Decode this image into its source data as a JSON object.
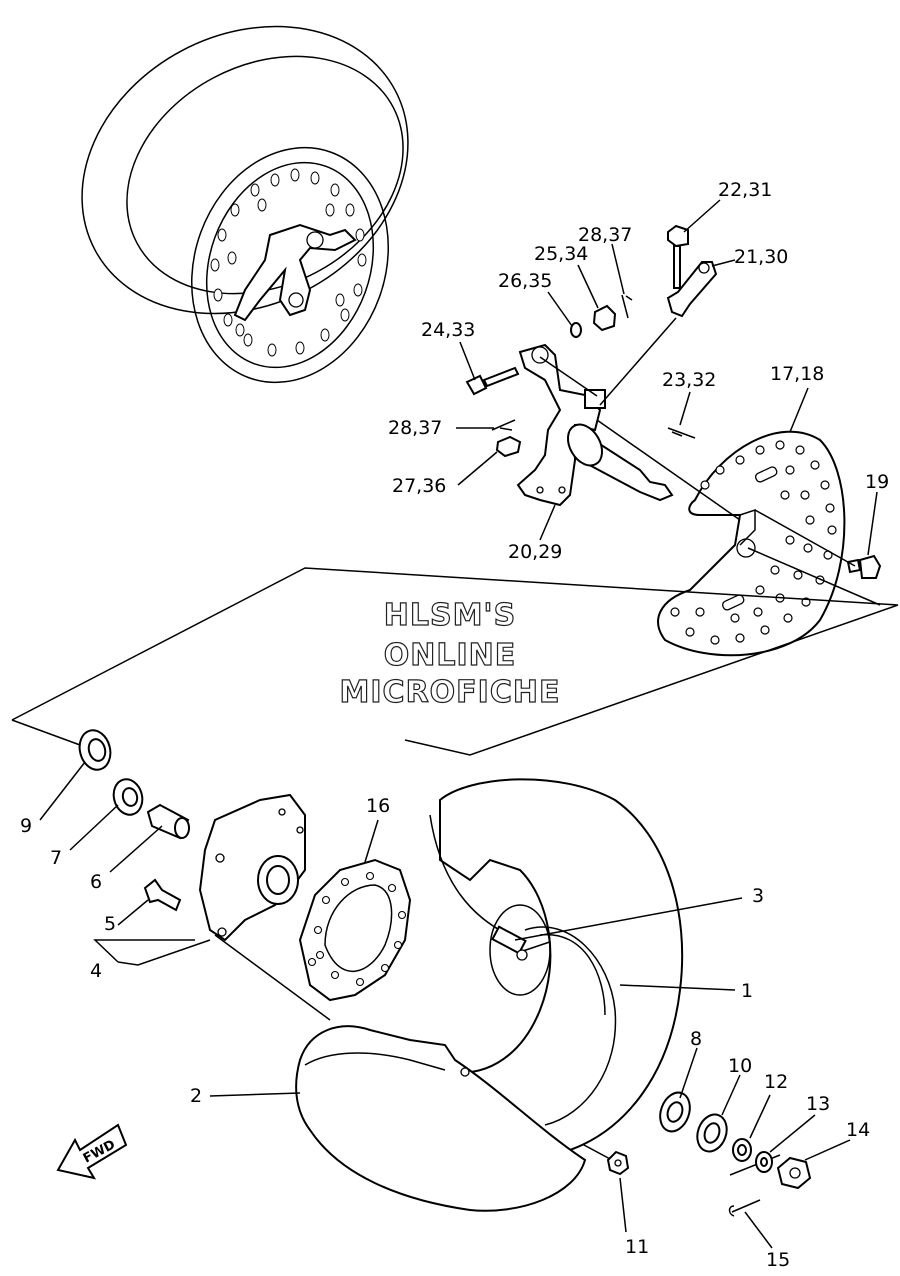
{
  "watermark": {
    "line1": "HLSM'S",
    "line2": "ONLINE",
    "line3": "MICROFICHE"
  },
  "fwd_marker": "FWD",
  "callouts": [
    {
      "id": "1",
      "text": "1"
    },
    {
      "id": "2",
      "text": "2"
    },
    {
      "id": "3",
      "text": "3"
    },
    {
      "id": "4",
      "text": "4"
    },
    {
      "id": "5",
      "text": "5"
    },
    {
      "id": "6",
      "text": "6"
    },
    {
      "id": "7",
      "text": "7"
    },
    {
      "id": "8",
      "text": "8"
    },
    {
      "id": "9",
      "text": "9"
    },
    {
      "id": "10",
      "text": "10"
    },
    {
      "id": "11",
      "text": "11"
    },
    {
      "id": "12",
      "text": "12"
    },
    {
      "id": "13",
      "text": "13"
    },
    {
      "id": "14",
      "text": "14"
    },
    {
      "id": "15",
      "text": "15"
    },
    {
      "id": "16",
      "text": "16"
    },
    {
      "id": "17_18",
      "text": "17,18"
    },
    {
      "id": "19",
      "text": "19"
    },
    {
      "id": "20_29",
      "text": "20,29"
    },
    {
      "id": "21_30",
      "text": "21,30"
    },
    {
      "id": "22_31",
      "text": "22,31"
    },
    {
      "id": "23_32",
      "text": "23,32"
    },
    {
      "id": "24_33",
      "text": "24,33"
    },
    {
      "id": "25_34",
      "text": "25,34"
    },
    {
      "id": "26_35",
      "text": "26,35"
    },
    {
      "id": "27_36",
      "text": "27,36"
    },
    {
      "id": "28_37_top",
      "text": "28,37"
    },
    {
      "id": "28_37_left",
      "text": "28,37"
    }
  ]
}
